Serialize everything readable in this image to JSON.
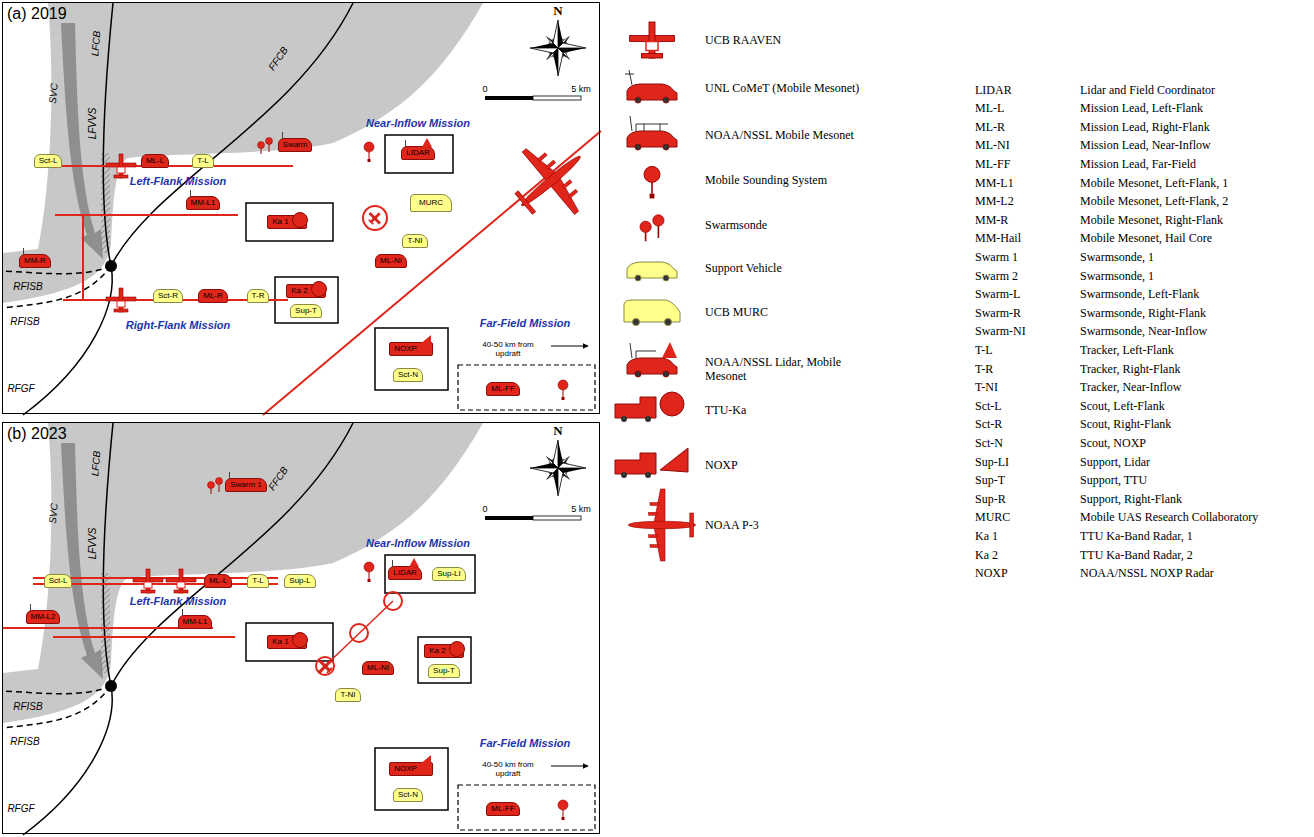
{
  "diagram": {
    "nodes": [
      {
        "text": [
          "(a) 2019"
        ]
      },
      {
        "text": [
          "Sct-L"
        ],
        "in": 0
      },
      {
        "text": [
          "ML-L"
        ],
        "in": 0
      },
      {
        "text": [
          "T-L"
        ],
        "in": 0
      },
      {
        "text": [
          "Swarm"
        ],
        "in": 0
      },
      {
        "text": [
          "LIDAR"
        ],
        "in": 0
      },
      {
        "text": [
          "MM-L1"
        ],
        "in": 0
      },
      {
        "text": [
          "Ka 1"
        ],
        "in": 0
      },
      {
        "text": [
          "MURC"
        ],
        "in": 0
      },
      {
        "text": [
          "T-NI"
        ],
        "in": 0
      },
      {
        "text": [
          "ML-NI"
        ],
        "in": 0
      },
      {
        "text": [
          "MM-R"
        ],
        "in": 0
      },
      {
        "text": [
          "Sct-R"
        ],
        "in": 0
      },
      {
        "text": [
          "ML-R"
        ],
        "in": 0
      },
      {
        "text": [
          "T-R"
        ],
        "in": 0
      },
      {
        "text": [
          "Ka 2"
        ],
        "in": 0
      },
      {
        "text": [
          "Sup-T"
        ],
        "in": 0
      },
      {
        "text": [
          "NOXP"
        ],
        "in": 0
      },
      {
        "text": [
          "Sct-N"
        ],
        "in": 0
      },
      {
        "text": [
          "ML-FF"
        ],
        "in": 0
      },
      {
        "text": [
          "(b) 2023"
        ]
      },
      {
        "text": [
          "Swarm 1"
        ],
        "in": 20
      },
      {
        "text": [
          "LIDAR"
        ],
        "in": 20
      },
      {
        "text": [
          "Sup-LI"
        ],
        "in": 20
      },
      {
        "text": [
          "Sct-L"
        ],
        "in": 20
      },
      {
        "text": [
          "ML-L"
        ],
        "in": 20
      },
      {
        "text": [
          "T-L"
        ],
        "in": 20
      },
      {
        "text": [
          "Sup-L"
        ],
        "in": 20
      },
      {
        "text": [
          "MM-L2"
        ],
        "in": 20
      },
      {
        "text": [
          "MM-L1"
        ],
        "in": 20
      },
      {
        "text": [
          "Ka 1"
        ],
        "in": 20
      },
      {
        "text": [
          "ML-NI"
        ],
        "in": 20
      },
      {
        "text": [
          "T-NI"
        ],
        "in": 20
      },
      {
        "text": [
          "Ka 2"
        ],
        "in": 20
      },
      {
        "text": [
          "Sup-T"
        ],
        "in": 20
      },
      {
        "text": [
          "NOXP"
        ],
        "in": 20
      },
      {
        "text": [
          "Sct-N"
        ],
        "in": 20
      },
      {
        "text": [
          "ML-FF"
        ],
        "in": 20
      }
    ],
    "labels": [
      "N",
      "0",
      "5 km",
      "SVC",
      "LFCB",
      "LFVVS",
      "FFCB",
      "RFISB",
      "RFISB",
      "RFGF",
      "Near-Inflow Mission",
      "Left-Flank Mission",
      "Right-Flank Mission",
      "Far-Field Mission",
      "40-50 km from updraft",
      "N",
      "0",
      "5 km",
      "SVC",
      "LFCB",
      "LFVVS",
      "FFCB",
      "RFISB",
      "RFISB",
      "RFGF",
      "Near-Inflow Mission",
      "Left-Flank Mission",
      "Far-Field Mission",
      "40-50 km from updraft",
      "LIDAR",
      "Lidar and Field Coordinator",
      "ML-L",
      "Mission Lead, Left-Flank",
      "ML-R",
      "Mission Lead, Right-Flank",
      "ML-NI",
      "Mission Lead, Near-Inflow",
      "ML-FF",
      "Mission Lead, Far-Field",
      "MM-L1",
      "Mobile Mesonet, Left-Flank, 1",
      "MM-L2",
      "Mobile Mesonet, Left-Flank, 2",
      "MM-R",
      "Mobile Mesonet, Right-Flank",
      "MM-Hail",
      "Mobile Mesonet, Hail Core",
      "Swarm 1",
      "Swarmsonde, 1",
      "Swarm 2",
      "Swarmsonde, 1",
      "Swarm-L",
      "Swarmsonde, Left-Flank",
      "Swarm-R",
      "Swarmsonde, Right-Flank",
      "Swarm-NI",
      "Swarmsonde, Near-Inflow",
      "T-L",
      "Tracker, Left-Flank",
      "T-R",
      "Tracker, Right-Flank",
      "T-NI",
      "Tracker, Near-Inflow",
      "Sct-L",
      "Scout, Left-Flank",
      "Sct-R",
      "Scout, Right-Flank",
      "Sct-N",
      "Scout, NOXP",
      "Sup-LI",
      "Support, Lidar",
      "Sup-T",
      "Support, TTU",
      "Sup-R",
      "Support, Right-Flank",
      "MURC",
      "Mobile UAS Research Collaboratory",
      "Ka 1",
      "TTU Ka-Band Radar, 1",
      "Ka 2",
      "TTU Ka-Band Radar, 2",
      "NOXP",
      "NOAA/NSSL NOXP Radar"
    ],
    "legend": [
      {
        "text": "UCB RAAVEN"
      },
      {
        "text": "UNL CoMeT (Mobile Mesonet)"
      },
      {
        "text": "NOAA/NSSL Mobile Mesonet"
      },
      {
        "text": "Mobile Sounding System"
      },
      {
        "text": "Swarmsonde"
      },
      {
        "text": "Support Vehicle"
      },
      {
        "text": "UCB MURC"
      },
      {
        "text": "NOAA/NSSL Lidar, Mobile Mesonet"
      },
      {
        "text": "TTU-Ka"
      },
      {
        "text": "NOXP"
      },
      {
        "text": "NOAA P-3"
      }
    ]
  }
}
